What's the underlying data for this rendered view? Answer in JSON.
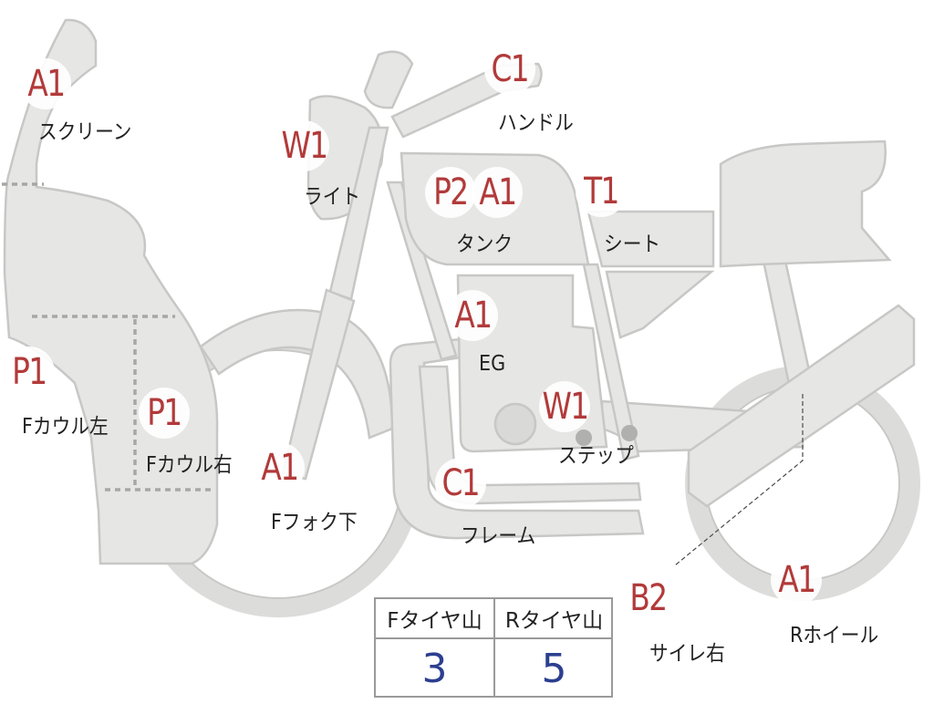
{
  "parts": [
    {
      "id": "screen",
      "badge": "A1",
      "label": "スクリーン"
    },
    {
      "id": "light",
      "badge": "W1",
      "label": "ライト"
    },
    {
      "id": "handle",
      "badge": "C1",
      "label": "ハンドル"
    },
    {
      "id": "tank",
      "badge": "P2",
      "badge2": "A1",
      "label": "タンク"
    },
    {
      "id": "seat",
      "badge": "T1",
      "label": "シート"
    },
    {
      "id": "engine",
      "badge": "A1",
      "label": "EG"
    },
    {
      "id": "step",
      "badge": "W1",
      "label": "ステップ"
    },
    {
      "id": "frame",
      "badge": "C1",
      "label": "フレーム"
    },
    {
      "id": "cowl-left",
      "badge": "P1",
      "label": "Fカウル左"
    },
    {
      "id": "cowl-right",
      "badge": "P1",
      "label": "Fカウル右"
    },
    {
      "id": "front-fork",
      "badge": "A1",
      "label": "Fフォク下"
    },
    {
      "id": "muffler-right",
      "badge": "B2",
      "label": "サイレ右"
    },
    {
      "id": "rear-wheel",
      "badge": "A1",
      "label": "Rホイール"
    }
  ],
  "tread_table": {
    "headers": [
      "Fタイヤ山",
      "Rタイヤ山"
    ],
    "values": [
      "3",
      "5"
    ]
  },
  "colors": {
    "badge_text": "#b23a3a",
    "value_text": "#2c3f8f",
    "part_fill": "#e6e6e4",
    "part_stroke": "#c7c7c5"
  }
}
